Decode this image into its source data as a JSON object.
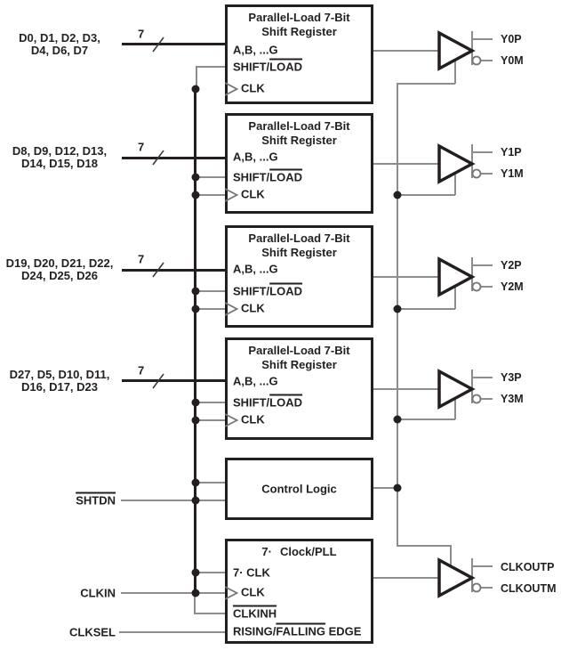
{
  "diagram": {
    "shift_register_template": {
      "title_line1": "Parallel-Load 7-Bit",
      "title_line2": "Shift Register",
      "pin_data": "A,B, ...G",
      "pin_shift_prefix": "SHIFT/",
      "pin_shift_overlined": "LOAD",
      "pin_clock": "CLK",
      "bus_width": "7"
    },
    "channels": [
      {
        "data_inputs_line1": "D0, D1, D2, D3,",
        "data_inputs_line2": "D4, D6, D7",
        "output_p": "Y0P",
        "output_m": "Y0M"
      },
      {
        "data_inputs_line1": "D8, D9, D12, D13,",
        "data_inputs_line2": "D14, D15, D18",
        "output_p": "Y1P",
        "output_m": "Y1M"
      },
      {
        "data_inputs_line1": "D19, D20, D21, D22,",
        "data_inputs_line2": "D24, D25, D26",
        "output_p": "Y2P",
        "output_m": "Y2M"
      },
      {
        "data_inputs_line1": "D27, D5, D10, D11,",
        "data_inputs_line2": "D16, D17, D23",
        "output_p": "Y3P",
        "output_m": "Y3M"
      }
    ],
    "control_logic": {
      "title": "Control Logic",
      "pin_shutdown": "SHTDN"
    },
    "clock_pll": {
      "title_prefix": "7·",
      "title_name": "Clock/PLL",
      "pin_7clk": "7· CLK",
      "pin_clock": "CLK",
      "pin_clkinh": "CLKINH",
      "pin_edge_prefix": "RISING/",
      "pin_edge_overlined": "FALLING",
      "pin_edge_suffix": " EDGE",
      "input_clkin": "CLKIN",
      "input_clksel": "CLKSEL",
      "output_p": "CLKOUTP",
      "output_m": "CLKOUTM"
    },
    "colors": {
      "line": "#231f20",
      "wire_gray": "#8d8d90",
      "background": "#ffffff"
    }
  }
}
